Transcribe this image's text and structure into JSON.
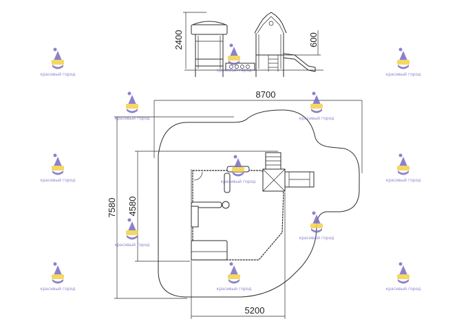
{
  "dimensions": {
    "elevation_height": "2400",
    "platform_height": "600",
    "total_width": "8700",
    "total_depth": "7580",
    "inner_depth": "4580",
    "inner_width": "5200"
  },
  "watermark": {
    "label": "красивый город",
    "colors": {
      "top": "#7a6cc4",
      "middle": "#f2d24a",
      "bottom": "#7a6cc4"
    }
  }
}
